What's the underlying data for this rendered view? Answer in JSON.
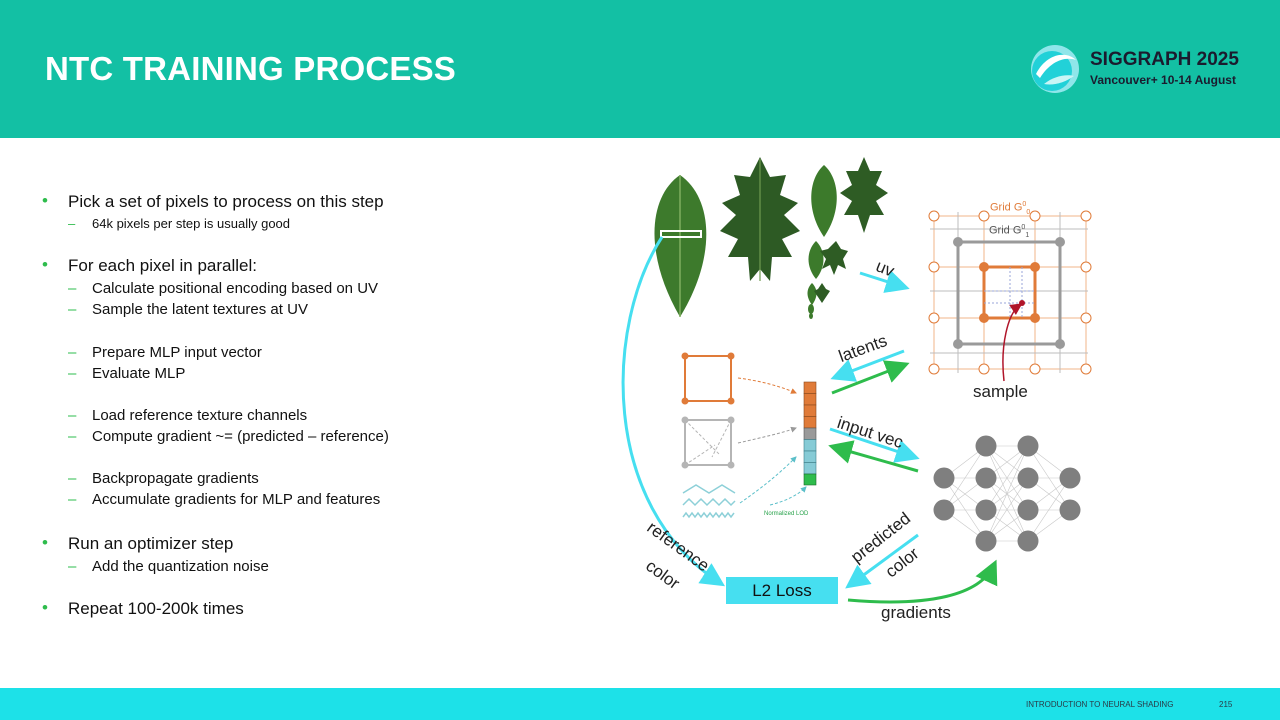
{
  "slide": {
    "title": "NTC TRAINING PROCESS",
    "conference": {
      "name": "SIGGRAPH 2025",
      "subtitle": "Vancouver+ 10-14 August"
    },
    "footer": {
      "course": "INTRODUCTION TO NEURAL SHADING",
      "page": "215"
    }
  },
  "bullets": [
    {
      "text": "Pick a set of pixels to process on this step",
      "subs": [
        "64k pixels per step is usually good"
      ]
    },
    {
      "text": "For each pixel in parallel:",
      "subs": [
        "Calculate positional encoding based on UV",
        "Sample the latent textures at UV",
        "Prepare MLP input vector",
        "Evaluate MLP",
        "Load reference texture channels",
        "Compute gradient ~= (predicted – reference)",
        "Backpropagate gradients",
        "Accumulate gradients for MLP and features"
      ]
    },
    {
      "text": "Run an optimizer step",
      "subs": [
        "Add the quantization noise"
      ]
    },
    {
      "text": "Repeat 100-200k times",
      "subs": []
    }
  ],
  "diagram": {
    "labels": {
      "uv": "uv",
      "latents": "latents",
      "input_vec": "input vec",
      "sample": "sample",
      "reference": "reference",
      "color_left": "color",
      "predicted": "predicted",
      "color_right": "color",
      "gradients": "gradients",
      "loss": "L2 Loss",
      "grid0": "Grid G",
      "grid1": "Grid G",
      "normalized_lod": "Normalized LOD"
    },
    "colors": {
      "cyan": "#46dff0",
      "green": "#2ebc4c",
      "orange": "#e07b39",
      "gray": "#9a9a9a",
      "sample_dot": "#b0152a"
    }
  }
}
